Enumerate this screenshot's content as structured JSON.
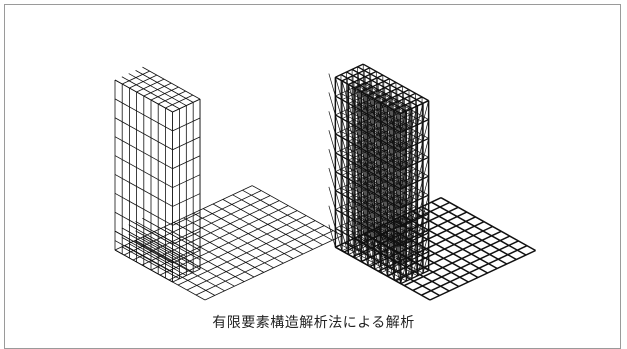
{
  "figure": {
    "caption": "有限要素構造解析法による解析",
    "panels": [
      {
        "name": "simple-building-mesh",
        "style": "light"
      },
      {
        "name": "detailed-building-mesh",
        "style": "dense"
      }
    ]
  },
  "colors": {
    "line": "#111111",
    "frame": "#9a9a9a",
    "background": "#ffffff"
  }
}
